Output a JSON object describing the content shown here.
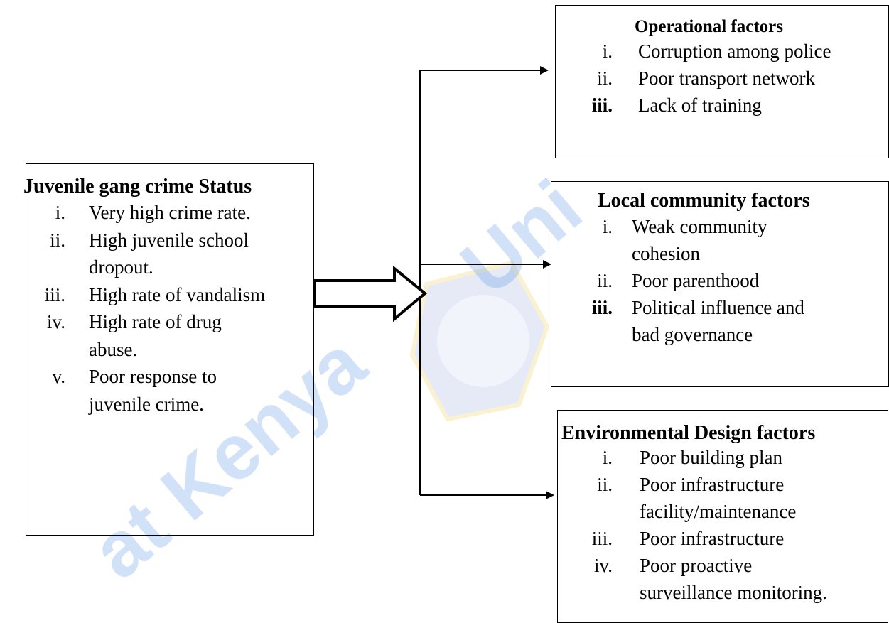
{
  "status_box": {
    "title": "Juvenile gang crime Status",
    "items": [
      {
        "num": "i.",
        "lines": [
          "Very high crime rate."
        ]
      },
      {
        "num": "ii.",
        "lines": [
          "High juvenile school",
          "dropout."
        ]
      },
      {
        "num": "iii.",
        "lines": [
          "High rate of vandalism"
        ]
      },
      {
        "num": "iv.",
        "lines": [
          "High rate of drug",
          "abuse."
        ]
      },
      {
        "num": "v.",
        "lines": [
          "Poor response to",
          "juvenile crime."
        ]
      }
    ]
  },
  "operational_box": {
    "title": "Operational factors",
    "items": [
      {
        "num": "i.",
        "text": "Corruption among police"
      },
      {
        "num": "ii.",
        "text": "Poor transport network"
      },
      {
        "num": "iii.",
        "text": "Lack of training"
      }
    ]
  },
  "community_box": {
    "title": "Local community factors",
    "items": [
      {
        "num": "i.",
        "lines": [
          "Weak community",
          "cohesion"
        ]
      },
      {
        "num": "ii.",
        "lines": [
          "Poor parenthood"
        ]
      },
      {
        "num": "iii.",
        "lines": [
          "Political influence and",
          "bad governance"
        ]
      }
    ]
  },
  "environmental_box": {
    "title": "Environmental Design factors",
    "items": [
      {
        "num": "i.",
        "lines": [
          "Poor building plan"
        ]
      },
      {
        "num": "ii.",
        "lines": [
          "Poor infrastructure",
          "facility/maintenance"
        ]
      },
      {
        "num": "iii.",
        "lines": [
          "Poor infrastructure"
        ]
      },
      {
        "num": "iv.",
        "lines": [
          "Poor proactive",
          "surveillance monitoring."
        ]
      }
    ]
  }
}
